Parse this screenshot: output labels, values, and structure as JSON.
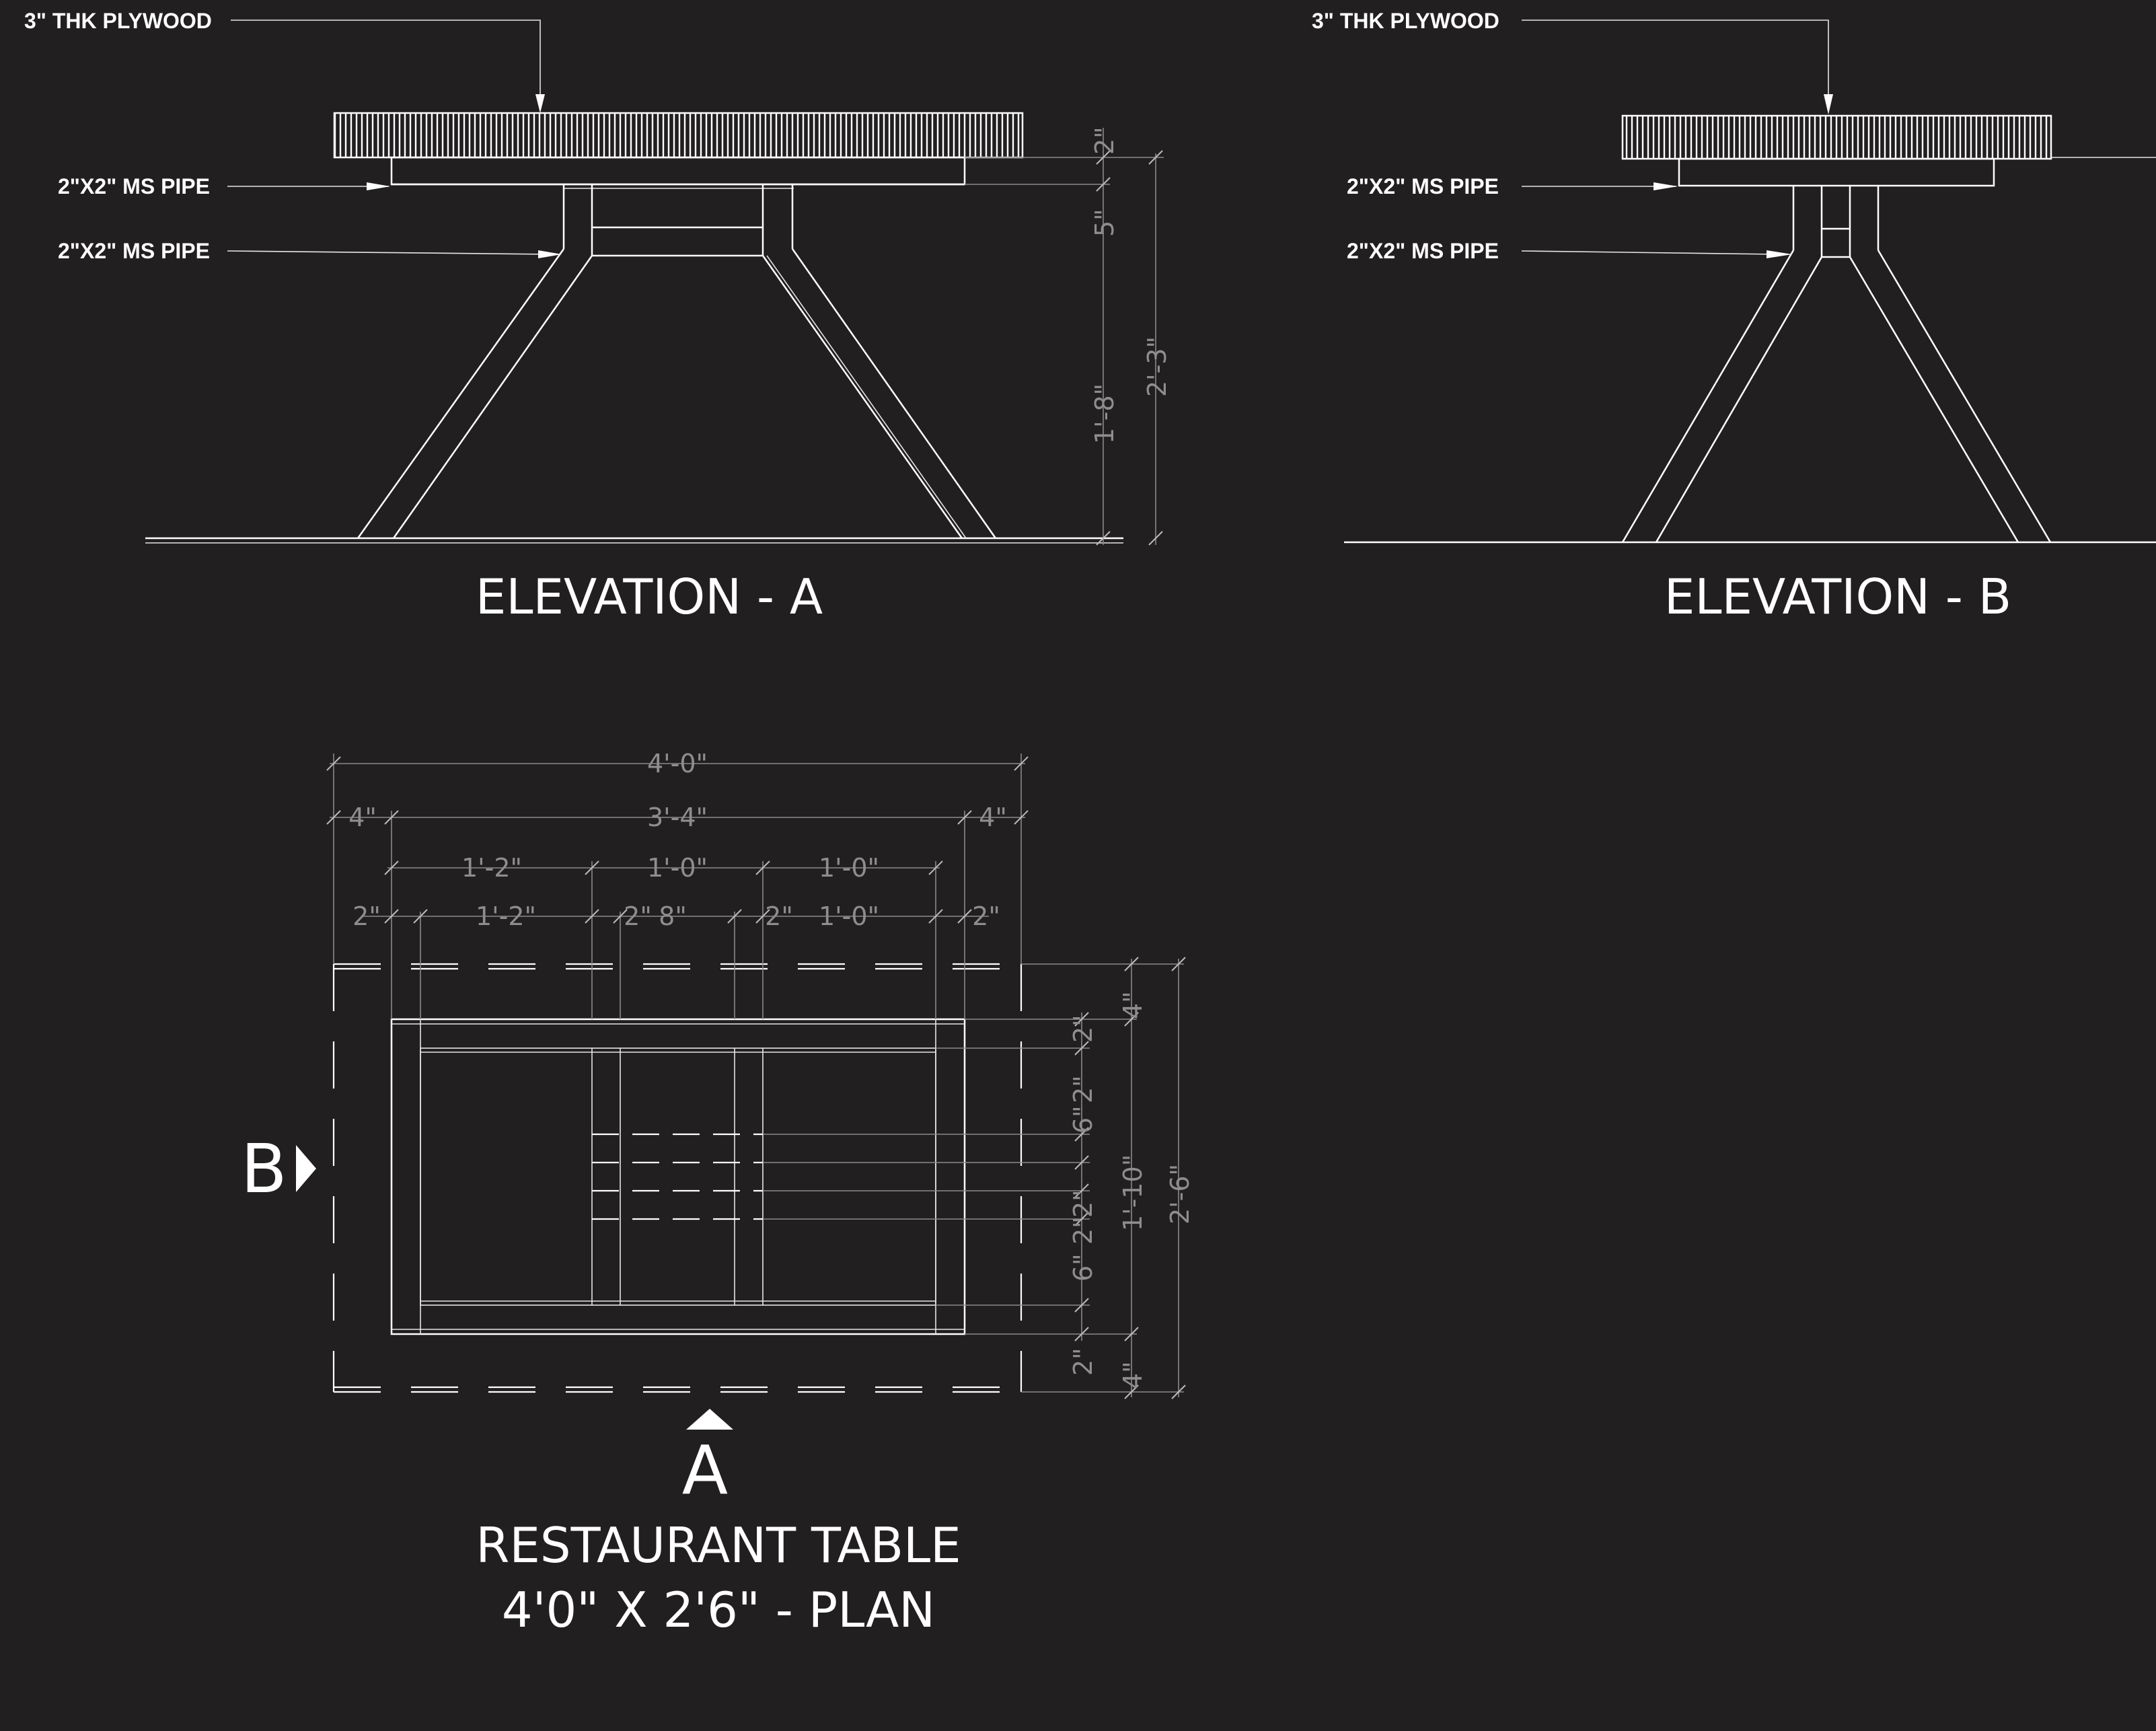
{
  "elevation_a": {
    "title": "ELEVATION - A",
    "callouts": [
      "3\" THK PLYWOOD",
      "2\"X2\" MS PIPE",
      "2\"X2\" MS PIPE"
    ],
    "dims": [
      "2\"",
      "5\"",
      "1'-8\"",
      "2'-3\""
    ]
  },
  "elevation_b": {
    "title": "ELEVATION - B",
    "callouts": [
      "3\" THK PLYWOOD",
      "2\"X2\" MS PIPE",
      "2\"X2\" MS PIPE"
    ]
  },
  "plan": {
    "title_line1": "RESTAURANT TABLE",
    "title_line2": "4'0\" X 2'6\" - PLAN",
    "marker_a": "A",
    "marker_b": "B",
    "dims_top": {
      "overall": "4'-0\"",
      "left_overhang": "4\"",
      "inner": "3'-4\"",
      "right_overhang": "4\"",
      "row3": [
        "1'-2\"",
        "1'-0\"",
        "1'-0\""
      ],
      "row4": [
        "2\"",
        "1'-2\"",
        "2\"",
        "8\"",
        "2\"",
        "1'-0\"",
        "2\""
      ]
    },
    "dims_right": {
      "overall": "2'-6\"",
      "inner": "1'-10\"",
      "top_overhang": "4\"",
      "bottom_overhang": "4\"",
      "detail": [
        "2\"",
        "2\"",
        "6\"",
        "2\"",
        "2\"",
        "6\"",
        "2\""
      ]
    }
  }
}
